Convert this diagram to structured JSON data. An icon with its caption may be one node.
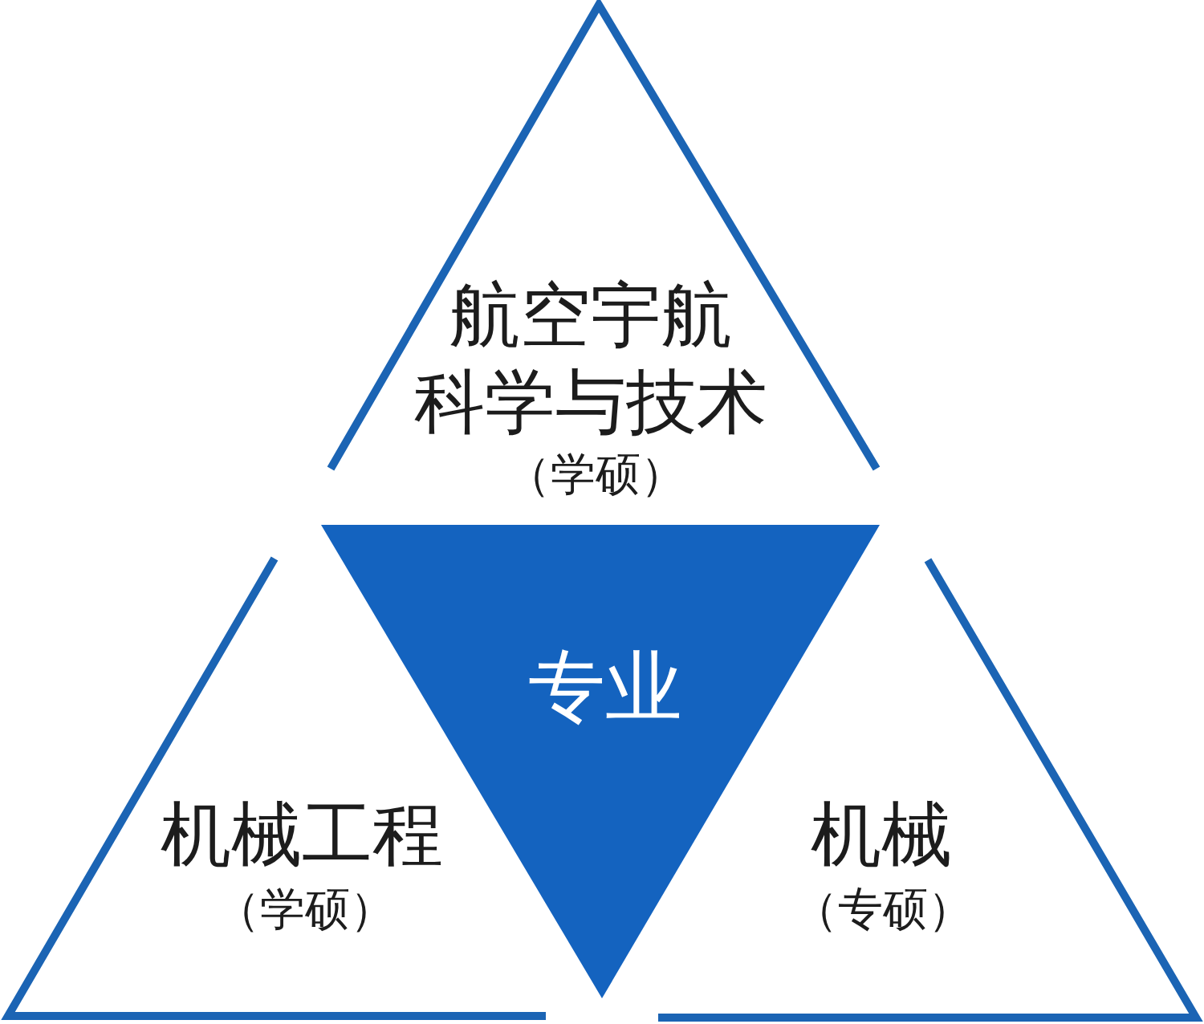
{
  "diagram": {
    "nodes": [
      {
        "text": [
          "航空宇航科学与技术",
          "（学硕）"
        ]
      },
      {
        "text": [
          "专业"
        ]
      },
      {
        "text": [
          "机械工程",
          "（学硕）"
        ]
      },
      {
        "text": [
          "机械",
          "（专硕）"
        ]
      }
    ]
  }
}
